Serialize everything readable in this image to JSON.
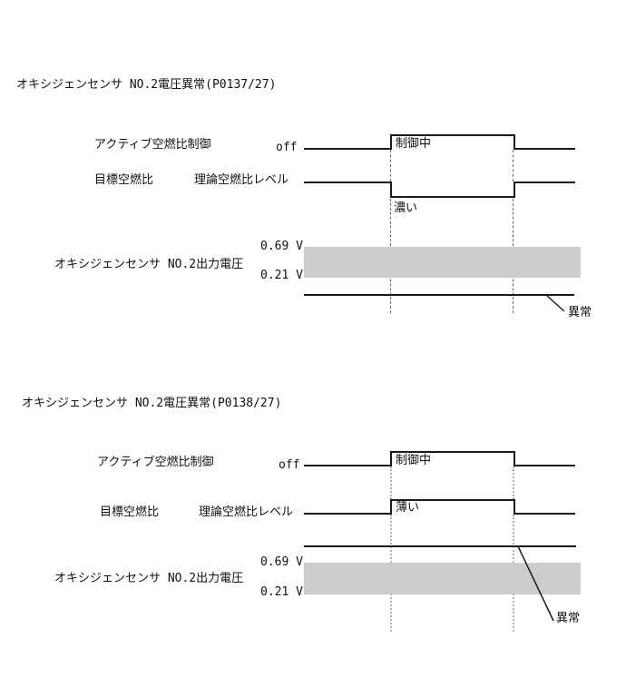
{
  "colors": {
    "band": "#cccccc",
    "line": "#1a1a1a"
  },
  "diagram1": {
    "title": "オキシジェンセンサ NO.2電圧異常(P0137/27)",
    "active_control_label": "アクティブ空燃比制御",
    "off_label": "off",
    "controlling_label": "制御中",
    "target_afr_label": "目標空燃比",
    "stoich_level_label": "理論空燃比レベル",
    "rich_label": "濃い",
    "sensor_label": "オキシジェンセンサ NO.2出力電圧",
    "voltage_high": "0.69 V",
    "voltage_low": "0.21 V",
    "abnormal_label": "異常"
  },
  "diagram2": {
    "title": "オキシジェンセンサ NO.2電圧異常(P0138/27)",
    "active_control_label": "アクティブ空燃比制御",
    "off_label": "off",
    "controlling_label": "制御中",
    "target_afr_label": "目標空燃比",
    "stoich_level_label": "理論空燃比レベル",
    "lean_label": "薄い",
    "sensor_label": "オキシジェンセンサ NO.2出力電圧",
    "voltage_high": "0.69 V",
    "voltage_low": "0.21 V",
    "abnormal_label": "異常"
  }
}
